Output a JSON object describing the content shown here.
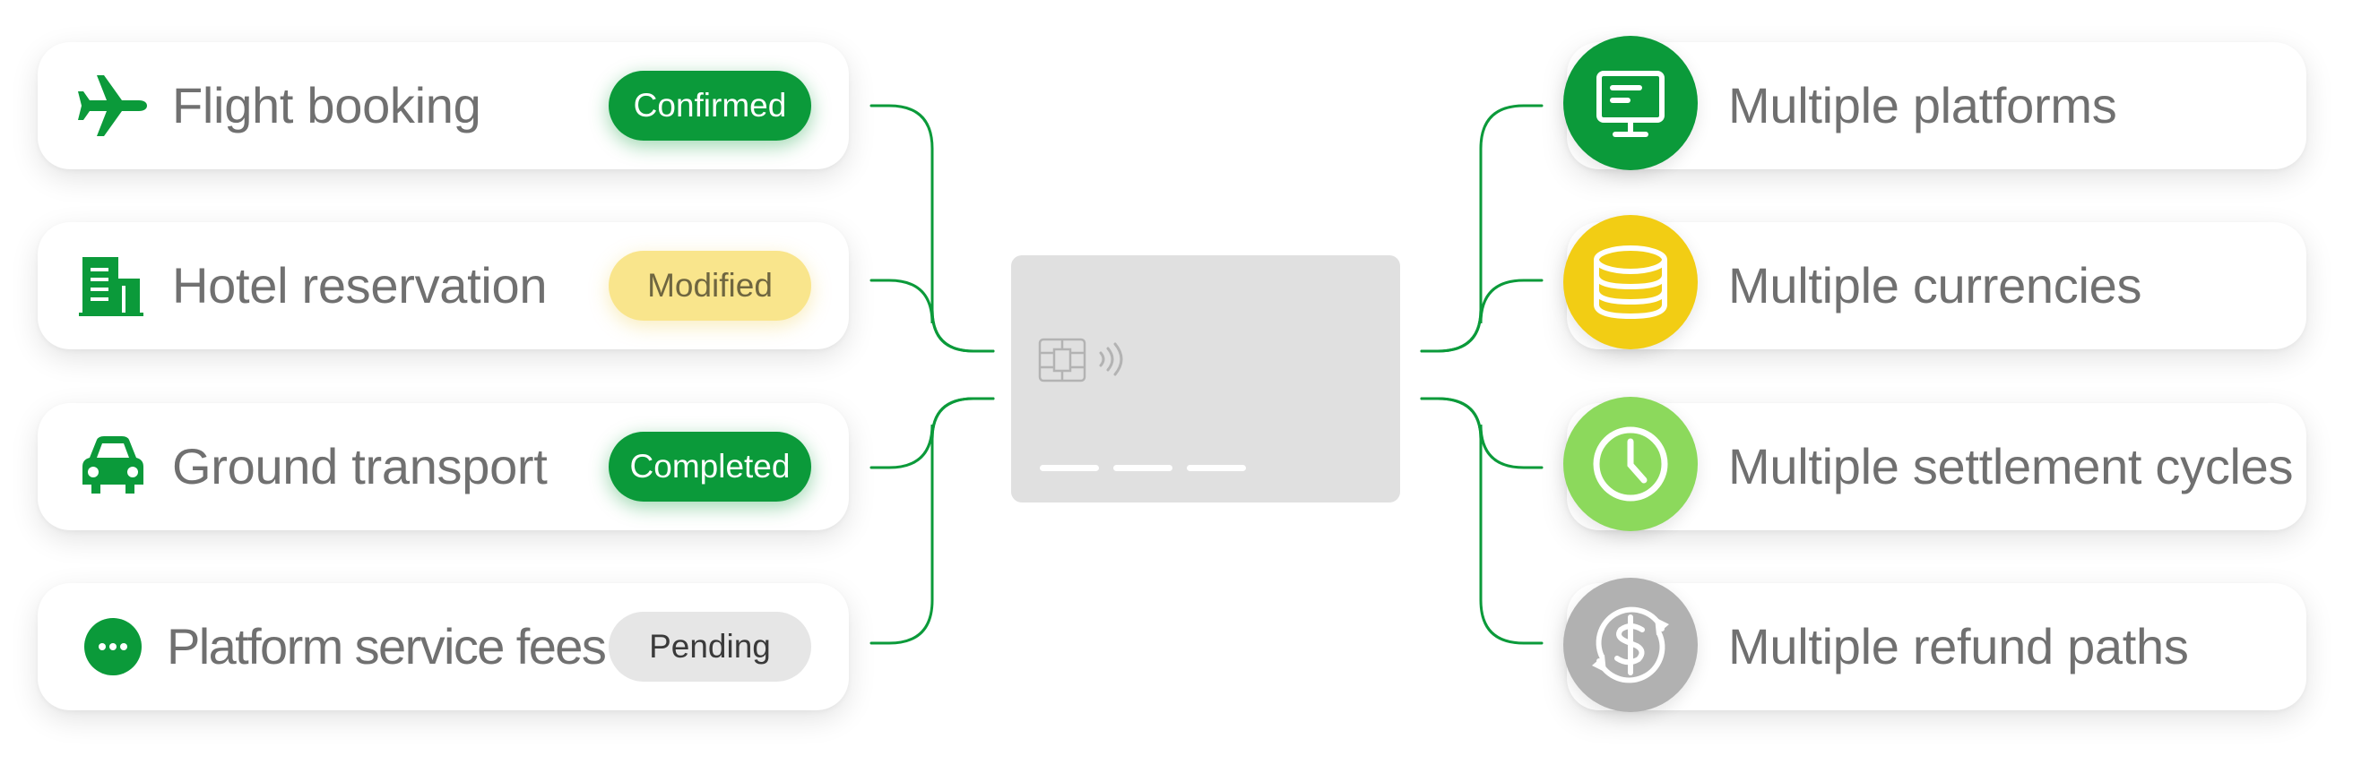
{
  "left_items": [
    {
      "label": "Flight booking",
      "status": "Confirmed",
      "icon": "airplane-icon",
      "status_style": "green"
    },
    {
      "label": "Hotel reservation",
      "status": "Modified",
      "icon": "building-icon",
      "status_style": "yellow"
    },
    {
      "label": "Ground transport",
      "status": "Completed",
      "icon": "car-icon",
      "status_style": "green"
    },
    {
      "label": "Platform service fees",
      "status": "Pending",
      "icon": "more-dots-icon",
      "status_style": "gray"
    }
  ],
  "right_items": [
    {
      "label": "Multiple platforms",
      "icon": "monitor-icon",
      "color": "#0b9a3a"
    },
    {
      "label": "Multiple currencies",
      "icon": "coin-stack-icon",
      "color": "#f2cd14"
    },
    {
      "label": "Multiple settlement cycles",
      "icon": "clock-icon",
      "color": "#8cd95c"
    },
    {
      "label": "Multiple refund paths",
      "icon": "refund-dollar-icon",
      "color": "#b1b1b1"
    }
  ],
  "center": {
    "icon": "payment-card-icon"
  },
  "colors": {
    "accent_green": "#0b9a3a",
    "connector_line": "#0b9a3a",
    "label_text": "#707070",
    "card_gray": "#e0e0e0"
  }
}
